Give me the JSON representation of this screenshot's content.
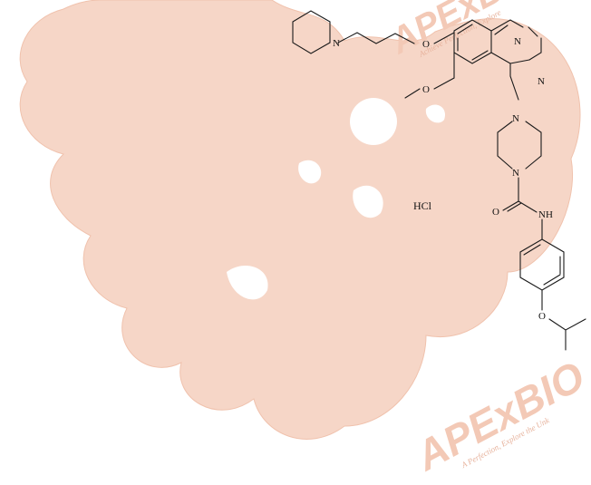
{
  "colors": {
    "blob": "#f6d6c7",
    "blob_edge": "#f0c2ad",
    "bond": "#1a1a1a",
    "watermark": "#f3c9b6"
  },
  "watermark": {
    "brand_main": "APExBIO",
    "brand_top": "APExBIO",
    "tagline_main": "A Perfection, Explore the Unk",
    "tagline_top": "Achieve Perfection, Explore"
  },
  "molecule": {
    "salt_label": "HCl",
    "atoms": {
      "piperidine_n": "N",
      "ether_o1": "O",
      "ether_o2": "O",
      "quin_n1": "N",
      "quin_n3": "N",
      "pip_n1": "N",
      "pip_n4": "N",
      "carbonyl_o": "O",
      "amide_nh": "NH",
      "aryl_o": "O"
    }
  }
}
